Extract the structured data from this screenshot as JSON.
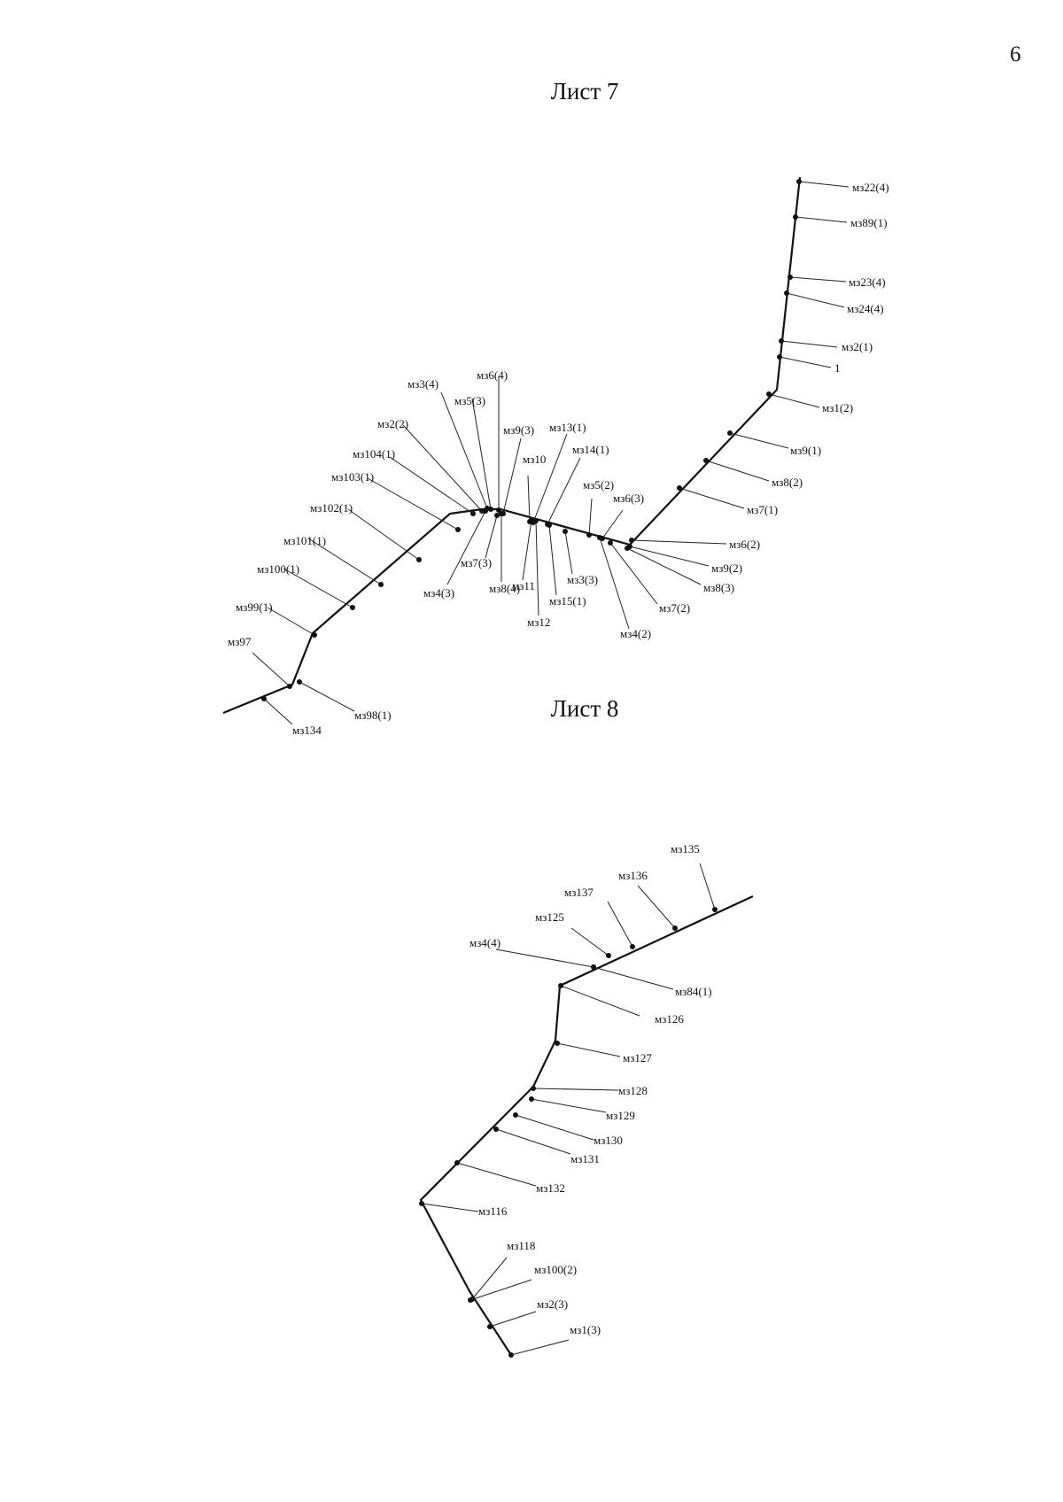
{
  "page_number": "6",
  "sheet7": {
    "title": "Лист 7",
    "labels": [
      "мз22(4)",
      "мз89(1)",
      "мз23(4)",
      "мз24(4)",
      "мз2(1)",
      "1",
      "мз1(2)",
      "мз9(1)",
      "мз8(2)",
      "мз7(1)",
      "мз6(2)",
      "мз9(2)",
      "мз8(3)",
      "мз7(2)",
      "мз4(2)",
      "мз6(3)",
      "мз5(2)",
      "мз3(3)",
      "мз15(1)",
      "мз12",
      "мз11",
      "мз8(4)",
      "мз7(3)",
      "мз4(3)",
      "мз14(1)",
      "мз13(1)",
      "мз10",
      "мз9(3)",
      "мз6(4)",
      "мз5(3)",
      "мз3(4)",
      "мз2(2)",
      "мз104(1)",
      "мз103(1)",
      "мз102(1)",
      "мз101(1)",
      "мз100(1)",
      "мз99(1)",
      "мз97",
      "мз98(1)",
      "мз134"
    ]
  },
  "sheet8": {
    "title": "Лист 8",
    "labels": [
      "мз135",
      "мз136",
      "мз137",
      "мз125",
      "мз4(4)",
      "мз84(1)",
      "мз126",
      "мз127",
      "мз128",
      "мз129",
      "мз130",
      "мз131",
      "мз132",
      "мз116",
      "мз118",
      "мз100(2)",
      "мз2(3)",
      "мз1(3)"
    ]
  }
}
